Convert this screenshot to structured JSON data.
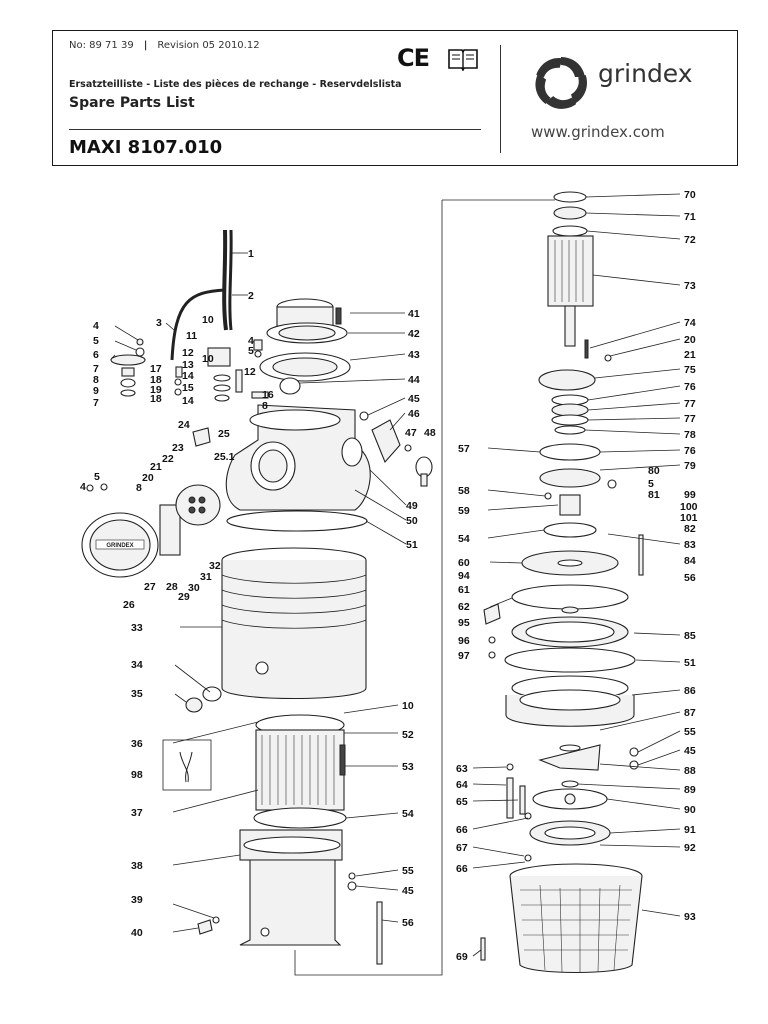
{
  "header": {
    "doc_number": "No: 89 71 39",
    "separator": "|",
    "revision": "Revision 05  2010.12",
    "subtitle": "Ersatzteilliste - Liste des pièces de rechange - Reservdelslista",
    "title": "Spare Parts List",
    "model": "MAXI 8107.010",
    "ce_mark": "CE",
    "brand": "grindex",
    "website": "www.grindex.com"
  },
  "diagram": {
    "left_labels": [
      "1",
      "2",
      "3",
      "4",
      "5",
      "6",
      "7",
      "8",
      "9",
      "7",
      "10",
      "11",
      "12",
      "4",
      "5",
      "17",
      "18",
      "13",
      "14",
      "19",
      "15",
      "18",
      "14",
      "12",
      "16",
      "8",
      "10",
      "24",
      "25",
      "23",
      "25.1",
      "22",
      "21",
      "20",
      "8",
      "5",
      "4",
      "27",
      "28",
      "29",
      "30",
      "31",
      "32",
      "26",
      "33",
      "34",
      "35",
      "36",
      "98",
      "37",
      "38",
      "39",
      "40"
    ],
    "center_labels": [
      "41",
      "42",
      "43",
      "44",
      "45",
      "46",
      "47",
      "48",
      "49",
      "50",
      "51",
      "10",
      "52",
      "53",
      "54",
      "55",
      "45",
      "56"
    ],
    "right_labels": [
      "70",
      "71",
      "72",
      "73",
      "74",
      "20",
      "21",
      "75",
      "76",
      "77",
      "77",
      "78",
      "76",
      "79",
      "80",
      "5",
      "81",
      "57",
      "58",
      "59",
      "99",
      "100",
      "101",
      "82",
      "83",
      "54",
      "84",
      "60",
      "56",
      "94",
      "61",
      "62",
      "95",
      "96",
      "97",
      "85",
      "51",
      "86",
      "87",
      "55",
      "45",
      "88",
      "63",
      "64",
      "65",
      "89",
      "90",
      "91",
      "66",
      "67",
      "92",
      "66",
      "93",
      "69"
    ]
  }
}
